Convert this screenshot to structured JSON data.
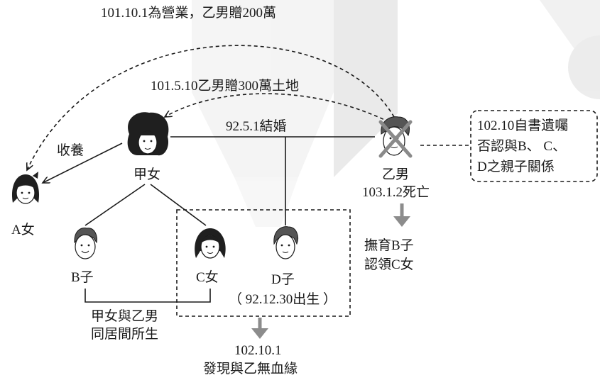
{
  "gift_1": "101.10.1為營業，乙男贈200萬",
  "gift_2": "101.5.10乙男贈300萬土地",
  "marriage": "92.5.1結婚",
  "adoption": "收養",
  "jia_nv": "甲女",
  "yi_nan": "乙男",
  "yi_nan_death": "103.1.2死亡",
  "a_nv": "A女",
  "b_zi": "B子",
  "c_nv": "C女",
  "d_zi": "D子",
  "d_birth": "（ 92.12.30出生 ）",
  "will_lines": [
    "102.10自書遺囑",
    "否認與B、 C、",
    "D之親子關係"
  ],
  "raise_lines": [
    "撫育B子",
    "認領C女"
  ],
  "cohab_lines": [
    "甲女與乙男",
    "同居間所生"
  ],
  "discover_lines": [
    "102.10.1",
    "發現與乙無血緣"
  ],
  "colors": {
    "line": "#1a1a1a",
    "arrow_gray": "#8c8c8c",
    "cross": "#8a8a8a",
    "background_shape": "#e9e9e9"
  },
  "icons": [
    "woman-face-icon",
    "man-face-icon",
    "girl-face-icon",
    "boy-face-icon",
    "cross-mark-icon"
  ]
}
